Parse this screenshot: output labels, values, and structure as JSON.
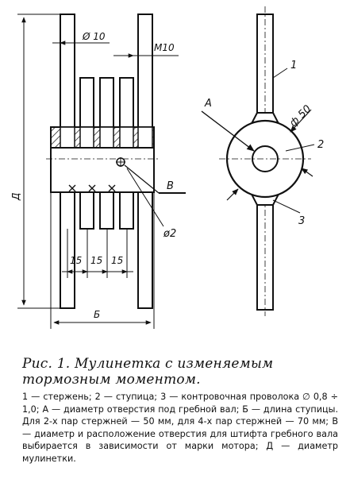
{
  "figure": {
    "caption": "Рис. 1. Мулинетка с изменяемым тормозным моментом.",
    "legend": "1 — стержень; 2 — ступица; 3 — контровочная проволока ∅ 0,8 ÷ 1,0; А — диаметр отверстия под гребной вал; Б — длина ступицы. Для 2-х пар стержней — 50 мм, для 4-х пар стержней — 70 мм; В — диаметр и расположение отверстия для штифта гребного вала выбирается в зависимости от марки мотора; Д — диаметр мулинетки.",
    "labels": {
      "rod_diameter": "Ø 10",
      "thread": "М10",
      "overall_diameter": "Д",
      "hub_length": "Б",
      "pin_hole": "В",
      "pin_diameter": "ø2",
      "spacing": [
        "15",
        "15",
        "15"
      ],
      "shaft_hole": "А",
      "hub_diameter": "ф 50",
      "callout_1": "1",
      "callout_2": "2",
      "callout_3": "3"
    }
  }
}
